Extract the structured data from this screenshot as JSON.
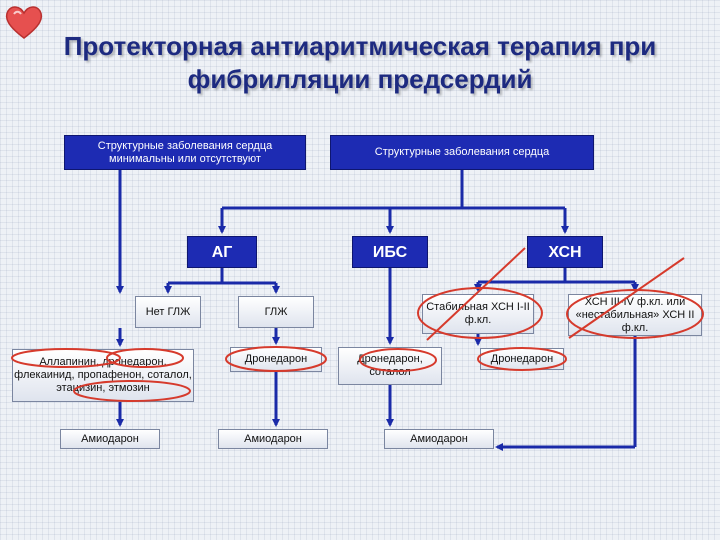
{
  "title": {
    "line1": "Протекторная антиаритмическая терапия при",
    "line2": "фибрилляции предсердий"
  },
  "nodes": {
    "top_left": "Структурные заболевания сердца минимальны или отсутствуют",
    "top_right": "Структурные заболевания сердца",
    "ag": "АГ",
    "ibs": "ИБС",
    "hsn": "ХСН",
    "no_glzh": "Нет ГЛЖ",
    "glzh": "ГЛЖ",
    "stable_hsn": "Стабильная ХСН I-II ф.кл.",
    "hsn_severe": "ХСН III-IV ф.кл. или «нестабильная» ХСН II ф.кл.",
    "drugs_left": "Аллапинин, дронедарон, флекаинид, пропафенон, соталол, этацизин, этмозин",
    "drug_glzh": "Дронедарон",
    "drug_ibs": "Дронедарон, соталол",
    "drug_stable": "Дронедарон",
    "amio1": "Амиодарон",
    "amio2": "Амиодарон",
    "amio3": "Амиодарон"
  },
  "colors": {
    "dark_box": "#1d2bb3",
    "title": "#1d2a80",
    "connector": "#1a2aa8",
    "highlight": "#d63a2c"
  },
  "icons": {
    "logo": "heart-icon"
  }
}
